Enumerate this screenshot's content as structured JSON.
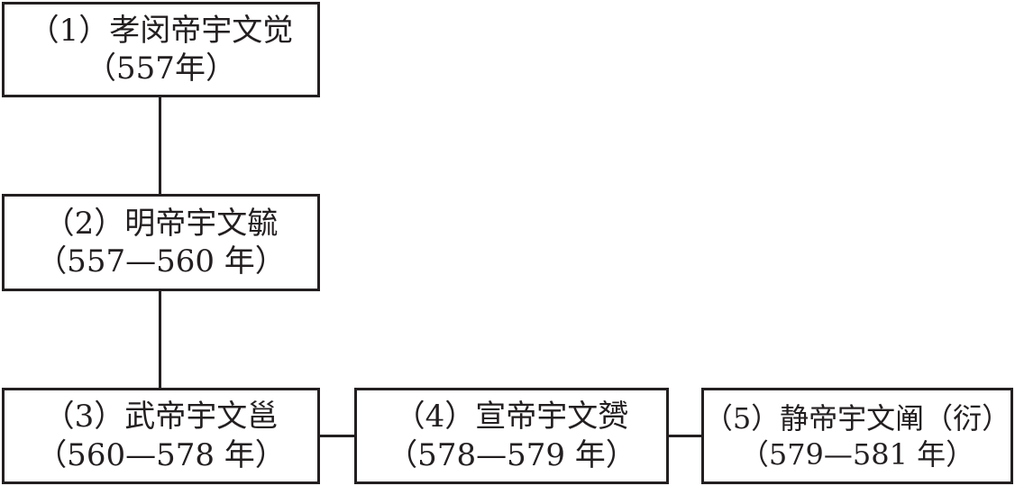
{
  "nodes": [
    {
      "line1": "（1）孝闵帝宇文觉",
      "line2": "（557年）"
    },
    {
      "line1": "（2）明帝宇文毓",
      "line2": "（557—560 年）"
    },
    {
      "line1": "（3）武帝宇文邕",
      "line2": "（560—578 年）"
    },
    {
      "line1": "（4）宣帝宇文赟",
      "line2": "（578—579 年）"
    },
    {
      "line1": "（5）静帝宇文阐（衍）",
      "line2": "（579—581 年）"
    }
  ],
  "colors": {
    "line": "#231f20",
    "background": "#ffffff"
  }
}
